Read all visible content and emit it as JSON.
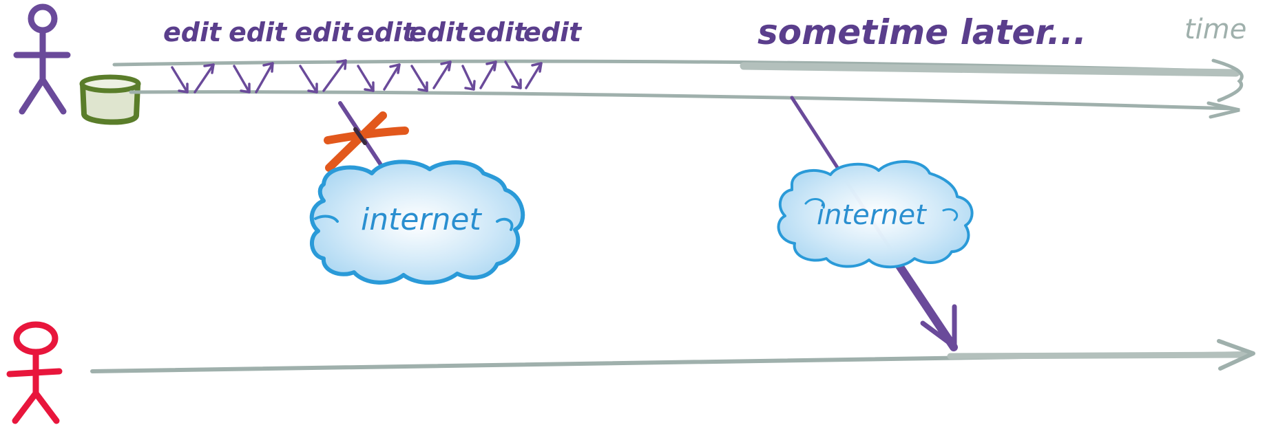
{
  "labels": {
    "edits": [
      "edit",
      "edit",
      "edit",
      "edit",
      "edit",
      "edit",
      "edit"
    ],
    "sometime_later": "sometime later...",
    "time": "time",
    "cloud_left": "internet",
    "cloud_right": "internet"
  },
  "colors": {
    "user_a": "#6a4a9a",
    "user_b": "#e8163c",
    "timeline": "#9fb0ac",
    "storage": "#5a7d2a",
    "storage_fill": "#dfe5cf",
    "blocked": "#e2581c",
    "cloud_stroke": "#2a9ad8",
    "cloud_fill": "#bfe0f5",
    "cloud_text": "#2a8fd0"
  },
  "icons": {
    "user_a": "stick-figure-icon",
    "user_b": "stick-figure-icon",
    "storage": "local-storage-cylinder-icon",
    "blocked": "blocked-cross-icon",
    "cloud": "cloud-icon"
  }
}
